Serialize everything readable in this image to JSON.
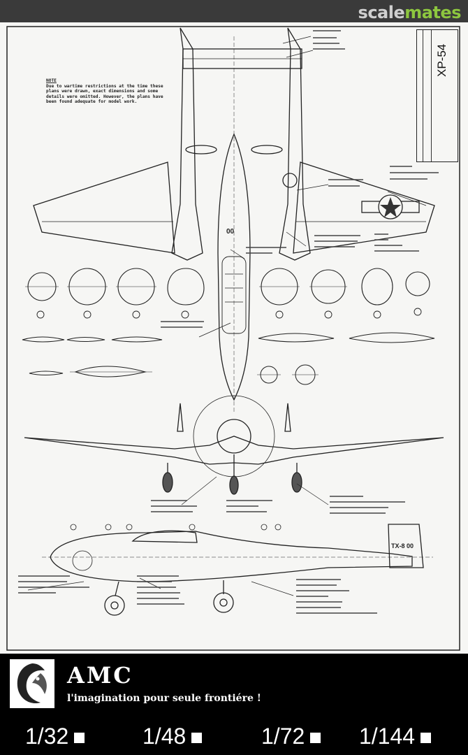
{
  "watermark": {
    "part1": "scale",
    "part2": "mates"
  },
  "drawing": {
    "note_title": "NOTE",
    "note_text": "Due to wartime restrictions at the time these plans were drawn, exact dimensions and some details were omitted. However, the plans have been found adequate for model work.",
    "aircraft_type": "XP-54",
    "tail_number": "TX-8 00",
    "nose_code": "00"
  },
  "footer": {
    "brand": "AMC",
    "tagline": "l'imagination pour seule frontiére !",
    "scales": [
      "1/32",
      "1/48",
      "1/72",
      "1/144"
    ]
  },
  "colors": {
    "accent": "#8dc63f",
    "background": "#000000",
    "paper": "#f6f6f4"
  }
}
